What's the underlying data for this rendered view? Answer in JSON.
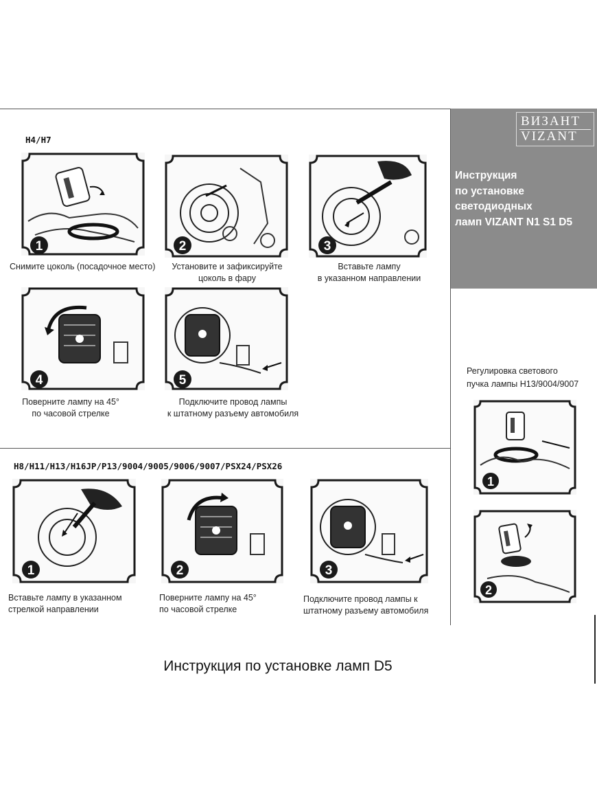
{
  "brand": {
    "name_ru": "ВИЗАНТ",
    "name_en": "VIZANT"
  },
  "sidebar": {
    "title_lines": [
      "Инструкция",
      "по установке",
      "светодиодных",
      "ламп VIZANT N1 S1 D5"
    ],
    "adjust_caption_lines": [
      "Регулировка светового",
      "пучка лампы H13/9004/9007"
    ],
    "steps": [
      "1",
      "2"
    ]
  },
  "section1": {
    "title": "H4/H7",
    "steps": [
      {
        "number": "1",
        "lines": [
          "Снимите цоколь (посадочное место)"
        ]
      },
      {
        "number": "2",
        "lines": [
          "Установите и зафиксируйте",
          "цоколь в фару"
        ]
      },
      {
        "number": "3",
        "lines": [
          "Вставьте лампу",
          "в указанном направлении"
        ]
      },
      {
        "number": "4",
        "lines": [
          "Поверните лампу на 45°",
          "по часовой стрелке"
        ]
      },
      {
        "number": "5",
        "lines": [
          "Подключите провод лампы",
          "к штатному разъему автомобиля"
        ]
      }
    ]
  },
  "section2": {
    "title": "H8/H11/H13/H16JP/P13/9004/9005/9006/9007/PSX24/PSX26",
    "steps": [
      {
        "number": "1",
        "lines": [
          "Вставьте лампу в указанном",
          "стрелкой направлении"
        ]
      },
      {
        "number": "2",
        "lines": [
          "Поверните лампу на 45°",
          "по часовой стрелке"
        ]
      },
      {
        "number": "3",
        "lines": [
          "Подключите провод лампы к",
          "штатному разъему автомобиля"
        ]
      }
    ]
  },
  "footer": {
    "text": "Инструкция по установке ламп D5"
  },
  "colors": {
    "sidebar_bg": "#8b8b8b",
    "panel_border": "#1a1a1a",
    "badge": "#1a1a1a"
  }
}
